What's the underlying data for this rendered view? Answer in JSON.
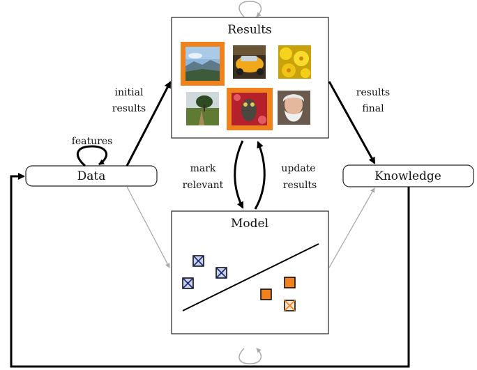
{
  "nodes": {
    "results": {
      "title": "Results"
    },
    "model": {
      "title": "Model"
    },
    "data": {
      "label": "Data"
    },
    "knowledge": {
      "label": "Knowledge"
    }
  },
  "edges": {
    "features": "features",
    "initial_line1": "initial",
    "initial_line2": "results",
    "results_final_line1": "results",
    "results_final_line2": "final",
    "mark_line1": "mark",
    "mark_line2": "relevant",
    "update_line1": "update",
    "update_line2": "results"
  },
  "thumbnails": [
    {
      "name": "landscape-thumbnail",
      "selected": true
    },
    {
      "name": "yellow-car-thumbnail",
      "selected": false
    },
    {
      "name": "yellow-flowers-thumbnail",
      "selected": false
    },
    {
      "name": "tree-road-thumbnail",
      "selected": false
    },
    {
      "name": "owl-thumbnail",
      "selected": true
    },
    {
      "name": "old-man-thumbnail",
      "selected": false
    }
  ],
  "colors": {
    "highlight": "#f0821e",
    "positive_marker": "#f0821e",
    "negative_marker": "#1a2a7a",
    "stroke": "#000000",
    "faint_arrow": "#aaaaaa"
  }
}
